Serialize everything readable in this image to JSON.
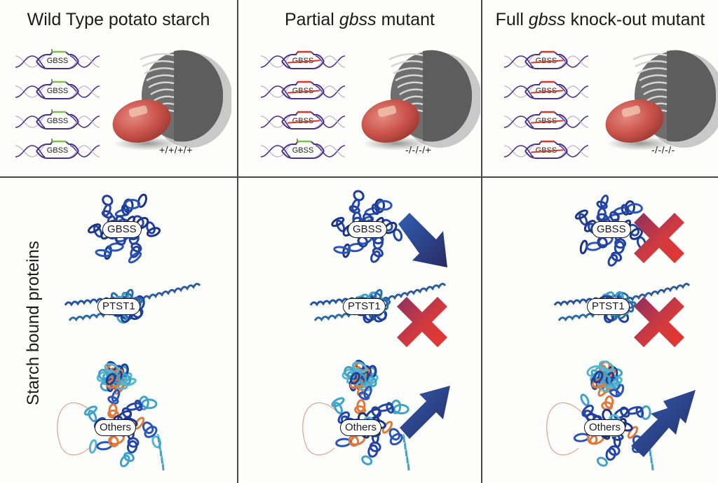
{
  "columns": [
    {
      "title_parts": [
        "Wild Type potato starch",
        "",
        ""
      ],
      "title_prefix": "Wild Type potato starch",
      "title_italic": "",
      "title_suffix": "",
      "alleles": [
        {
          "label": "GBSS",
          "state": "active"
        },
        {
          "label": "GBSS",
          "state": "active"
        },
        {
          "label": "GBSS",
          "state": "active"
        },
        {
          "label": "GBSS",
          "state": "active"
        }
      ],
      "genotype": "+/+/+/+",
      "proteins": {
        "GBSS": {
          "change": "none"
        },
        "PTST1": {
          "change": "none"
        },
        "Others": {
          "change": "none"
        }
      }
    },
    {
      "title_prefix": "Partial ",
      "title_italic": "gbss",
      "title_suffix": " mutant",
      "alleles": [
        {
          "label": "GBSS",
          "state": "knocked-out"
        },
        {
          "label": "GBSS",
          "state": "knocked-out"
        },
        {
          "label": "GBSS",
          "state": "knocked-out"
        },
        {
          "label": "GBSS",
          "state": "active"
        }
      ],
      "genotype": "-/-/-/+",
      "proteins": {
        "GBSS": {
          "change": "decrease"
        },
        "PTST1": {
          "change": "absent"
        },
        "Others": {
          "change": "increase"
        }
      }
    },
    {
      "title_prefix": "Full ",
      "title_italic": "gbss",
      "title_suffix": " knock-out mutant",
      "alleles": [
        {
          "label": "GBSS",
          "state": "knocked-out"
        },
        {
          "label": "GBSS",
          "state": "knocked-out"
        },
        {
          "label": "GBSS",
          "state": "knocked-out"
        },
        {
          "label": "GBSS",
          "state": "knocked-out"
        }
      ],
      "genotype": "-/-/-/-",
      "proteins": {
        "GBSS": {
          "change": "absent"
        },
        "PTST1": {
          "change": "absent"
        },
        "Others": {
          "change": "strong-increase"
        }
      }
    }
  ],
  "row_label": "Starch bound proteins",
  "protein_labels": [
    "GBSS",
    "PTST1",
    "Others"
  ],
  "colors": {
    "dna_strand": "#4b2f8f",
    "active_promoter": "#7cc04a",
    "knockout_mark": "#d8392b",
    "arrow_blue_light": "#2f5fb3",
    "arrow_blue_dark": "#2a2a63",
    "cross_red": "#e8352e",
    "cross_purple": "#8c2f63",
    "protein_blue": "#1f3f9a",
    "potato_red": "#c9524a",
    "granule_grey": "#6e6e6e"
  },
  "legend_icons": {
    "decrease": "arrow-down-right-icon",
    "absent": "cross-icon",
    "increase": "arrow-up-right-icon",
    "strong-increase": "double-arrow-up-right-icon"
  }
}
